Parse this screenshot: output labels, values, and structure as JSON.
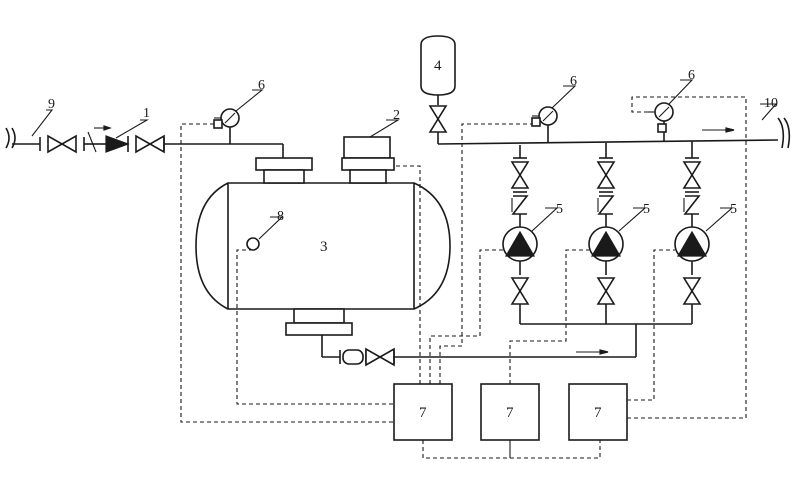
{
  "labels": {
    "valve_1": "1",
    "tank_cap_2": "2",
    "tank_3": "3",
    "vessel_4": "4",
    "pump_5": "5",
    "gauge_6": "6",
    "control_7": "7",
    "sensor_8": "8",
    "inlet_9": "9",
    "outlet_10": "10"
  }
}
